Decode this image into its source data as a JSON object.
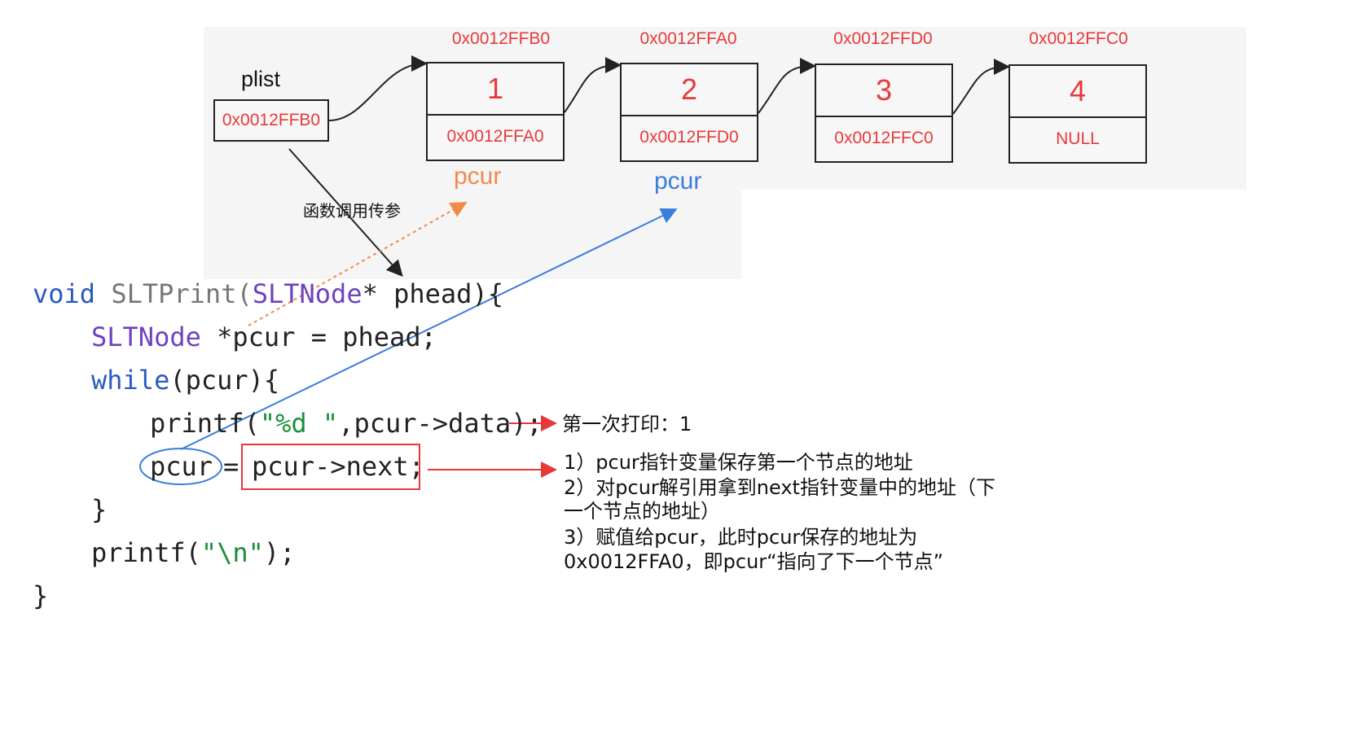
{
  "plist": {
    "label": "plist",
    "value": "0x0012FFB0"
  },
  "nodes": [
    {
      "address": "0x0012FFB0",
      "data": "1",
      "next": "0x0012FFA0"
    },
    {
      "address": "0x0012FFA0",
      "data": "2",
      "next": "0x0012FFD0"
    },
    {
      "address": "0x0012FFD0",
      "data": "3",
      "next": "0x0012FFC0"
    },
    {
      "address": "0x0012FFC0",
      "data": "4",
      "next": "NULL"
    }
  ],
  "pcur_labels": {
    "orange": "pcur",
    "blue": "pcur"
  },
  "call_label": "函数调用传参",
  "code": {
    "line1_kw": "void",
    "line1_fn": " SLTPrint(",
    "line1_ty": "SLTNode",
    "line1_rest": "* phead){",
    "line2_ty": "SLTNode",
    "line2_rest": " *pcur = phead;",
    "line3_kw": "while",
    "line3_rest": "(pcur){",
    "line4_a": "printf(",
    "line4_str": "\"%d \"",
    "line4_b": ",pcur->data);",
    "line5_pcur": "pcur",
    "line5_eq": "=",
    "line5_expr": "pcur->next;",
    "line6": "}",
    "line7_a": "printf(",
    "line7_str": "\"\\n\"",
    "line7_b": ");",
    "line8": "}"
  },
  "notes": {
    "first_print": "第一次打印：1",
    "step1": "1）pcur指针变量保存第一个节点的地址",
    "step2a": "2）对pcur解引用拿到next指针变量中的地址（下",
    "step2b": "一个节点的地址）",
    "step3a": "3）赋值给pcur，此时pcur保存的地址为",
    "step3b": "0x0012FFA0，即pcur“指向了下一个节点”"
  },
  "colors": {
    "red": "#e8393a",
    "orange": "#f08a4b",
    "blue": "#3b7ddd",
    "panel": "#f5f5f5"
  }
}
